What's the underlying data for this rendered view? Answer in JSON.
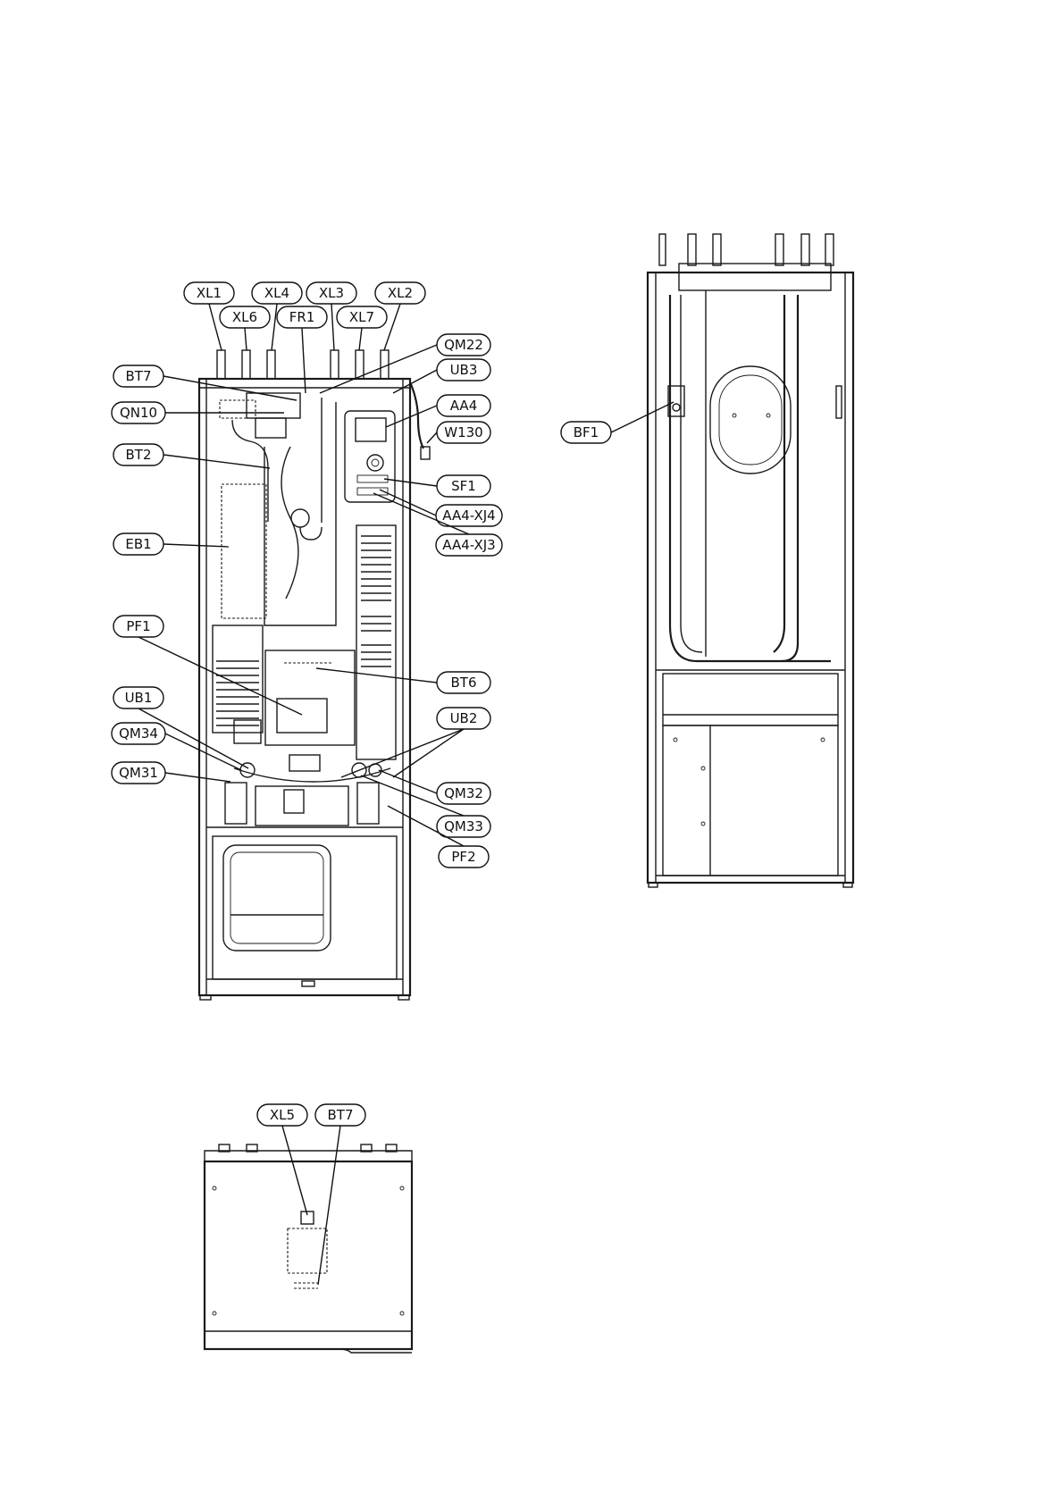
{
  "colors": {
    "line": "#1a1a1a",
    "background": "#ffffff"
  },
  "callouts": [
    {
      "id": "XL1",
      "label": "XL1"
    },
    {
      "id": "XL4",
      "label": "XL4"
    },
    {
      "id": "XL3",
      "label": "XL3"
    },
    {
      "id": "XL2",
      "label": "XL2"
    },
    {
      "id": "XL6",
      "label": "XL6"
    },
    {
      "id": "FR1",
      "label": "FR1"
    },
    {
      "id": "XL7",
      "label": "XL7"
    },
    {
      "id": "QM22",
      "label": "QM22"
    },
    {
      "id": "UB3",
      "label": "UB3"
    },
    {
      "id": "BT7",
      "label": "BT7"
    },
    {
      "id": "AA4",
      "label": "AA4"
    },
    {
      "id": "QN10",
      "label": "QN10"
    },
    {
      "id": "W130",
      "label": "W130"
    },
    {
      "id": "BT2",
      "label": "BT2"
    },
    {
      "id": "SF1",
      "label": "SF1"
    },
    {
      "id": "AA4-XJ4",
      "label": "AA4-XJ4"
    },
    {
      "id": "AA4-XJ3",
      "label": "AA4-XJ3"
    },
    {
      "id": "EB1",
      "label": "EB1"
    },
    {
      "id": "PF1",
      "label": "PF1"
    },
    {
      "id": "BT6",
      "label": "BT6"
    },
    {
      "id": "UB1",
      "label": "UB1"
    },
    {
      "id": "UB2",
      "label": "UB2"
    },
    {
      "id": "QM34",
      "label": "QM34"
    },
    {
      "id": "QM31",
      "label": "QM31"
    },
    {
      "id": "QM32",
      "label": "QM32"
    },
    {
      "id": "QM33",
      "label": "QM33"
    },
    {
      "id": "PF2",
      "label": "PF2"
    },
    {
      "id": "BF1",
      "label": "BF1"
    },
    {
      "id": "XL5",
      "label": "XL5"
    },
    {
      "id": "BT7b",
      "label": "BT7"
    }
  ]
}
